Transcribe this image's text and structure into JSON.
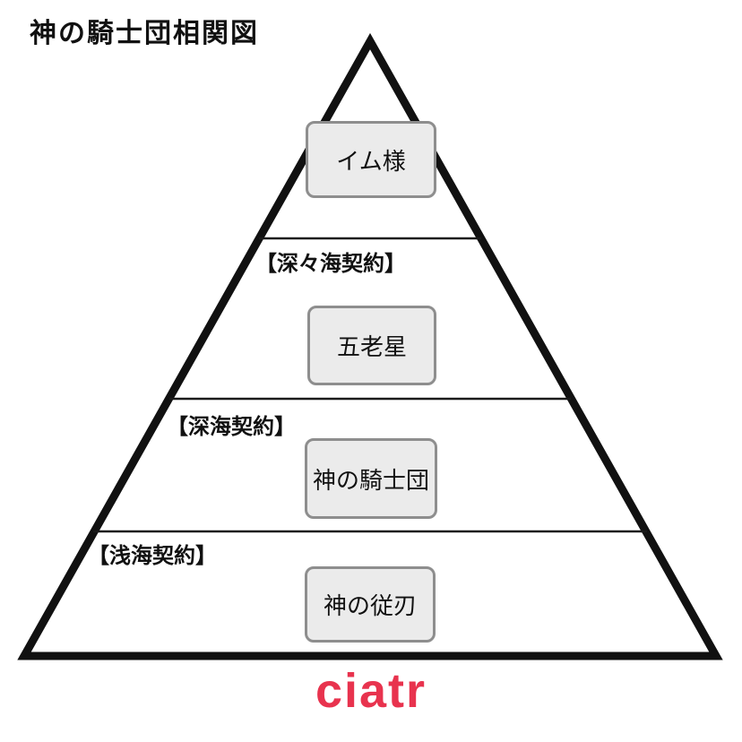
{
  "page": {
    "title": "神の騎士団相関図",
    "background_color": "#ffffff"
  },
  "pyramid": {
    "outline_color": "#111111",
    "node_fill_color": "#ebebeb",
    "node_border_color": "#8e8e8e",
    "levels": [
      {
        "rank": 1,
        "name": "イム様",
        "contract": ""
      },
      {
        "rank": 2,
        "name": "五老星",
        "contract": "【深々海契約】"
      },
      {
        "rank": 3,
        "name": "神の騎士団",
        "contract": "【深海契約】"
      },
      {
        "rank": 4,
        "name": "神の従刃",
        "contract": "【浅海契約】"
      }
    ]
  },
  "footer": {
    "logo_text": "ciatr",
    "logo_color": "#e8334e"
  }
}
